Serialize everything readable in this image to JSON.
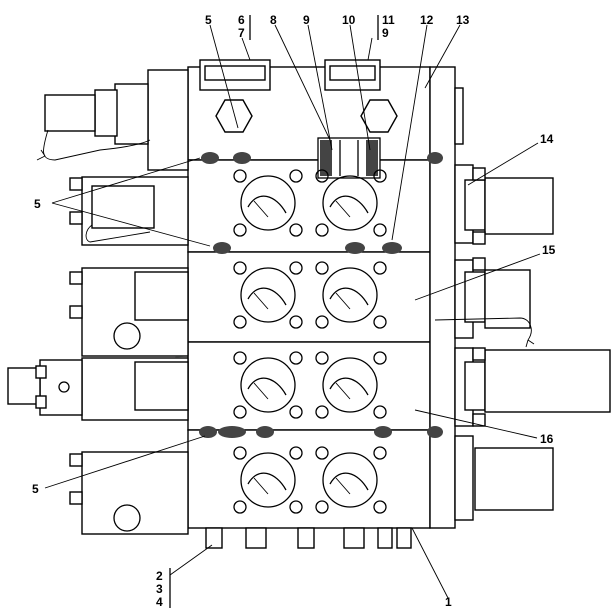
{
  "labels": [
    {
      "id": "l5a",
      "text": "5"
    },
    {
      "id": "l6",
      "text": "6"
    },
    {
      "id": "l7",
      "text": "7"
    },
    {
      "id": "l8",
      "text": "8"
    },
    {
      "id": "l9a",
      "text": "9"
    },
    {
      "id": "l10",
      "text": "10"
    },
    {
      "id": "l11",
      "text": "11"
    },
    {
      "id": "l9b",
      "text": "9"
    },
    {
      "id": "l12",
      "text": "12"
    },
    {
      "id": "l13",
      "text": "13"
    },
    {
      "id": "l14",
      "text": "14"
    },
    {
      "id": "l5b",
      "text": "5"
    },
    {
      "id": "l15",
      "text": "15"
    },
    {
      "id": "l16",
      "text": "16"
    },
    {
      "id": "l5c",
      "text": "5"
    },
    {
      "id": "l2",
      "text": "2"
    },
    {
      "id": "l3",
      "text": "3"
    },
    {
      "id": "l4",
      "text": "4"
    },
    {
      "id": "l1",
      "text": "1"
    }
  ],
  "colors": {
    "line": "#000000",
    "watermark": "#b8c2bc",
    "hatch": "#444444"
  }
}
